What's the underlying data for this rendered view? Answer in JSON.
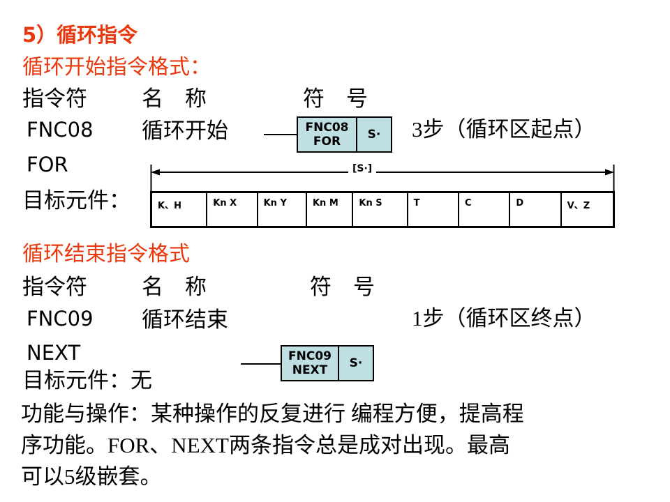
{
  "slide": {
    "title": "5）循环指令",
    "section_start_title": "循环开始指令格式：",
    "section_end_title": "循环结束指令格式",
    "columns_header": {
      "mnemonic": "指令符",
      "name": "名　称",
      "symbol": "符　号"
    },
    "start_instruction": {
      "fnc_number": "FNC08",
      "fnc_mnemonic": "FOR",
      "name_cn": "循环开始",
      "steps_note": "3步（循环区起点）",
      "operand_label": "目标元件：",
      "box": {
        "line1": "FNC08",
        "line2": "FOR",
        "operand_port": "S·"
      }
    },
    "end_instruction": {
      "fnc_number": "FNC09",
      "fnc_mnemonic": "NEXT",
      "name_cn": "循环结束",
      "steps_note": "1步（循环区终点）",
      "operand_label": "目标元件：无",
      "box": {
        "line1": "FNC09",
        "line2": "NEXT",
        "operand_port": "S·"
      }
    },
    "range_arrow_label": "[S·]",
    "operand_table": {
      "cells": [
        "K、H",
        "Kn X",
        "Kn Y",
        "Kn M",
        "Kn S",
        "T",
        "C",
        "D",
        "V、Z"
      ]
    },
    "description": {
      "line1": "功能与操作：某种操作的反复进行 编程方便，提高程",
      "line2": "序功能。FOR、NEXT两条指令总是成对出现。最高",
      "line3": "可以5级嵌套。"
    },
    "colors": {
      "heading_red": "#E8380D",
      "block_fill": "#BFDFE3",
      "outline": "#000000",
      "background": "#FFFFFF"
    }
  }
}
